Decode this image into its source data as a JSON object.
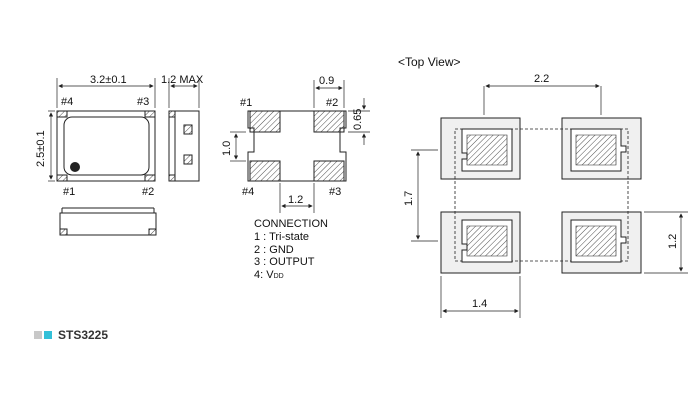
{
  "side_view": {
    "width_dim": "3.2±0.1",
    "height_dim": "2.5±0.1",
    "max_height_dim": "1.2 MAX",
    "pin1": "#1",
    "pin2": "#2",
    "pin3": "#3",
    "pin4": "#4"
  },
  "bottom_view": {
    "pad_width_dim": "0.9",
    "pad_height_dim": "0.65",
    "gap_dim": "1.0",
    "pitch_dim": "1.2",
    "pin1": "#1",
    "pin2": "#2",
    "pin3": "#3",
    "pin4": "#4"
  },
  "connection": {
    "title": "CONNECTION",
    "pin1": "1 : Tri-state",
    "pin2": "2 : GND",
    "pin3": "3 : OUTPUT",
    "pin4_prefix": "4:  V",
    "pin4_sub": "DD"
  },
  "top_view": {
    "title": "<Top View>",
    "h_pitch": "2.2",
    "v_pitch": "1.7",
    "pad_width": "1.4",
    "pad_height": "1.2"
  },
  "legend": {
    "label": "STS3225",
    "colors": [
      "#c8c8c8",
      "#33c0d8"
    ]
  }
}
